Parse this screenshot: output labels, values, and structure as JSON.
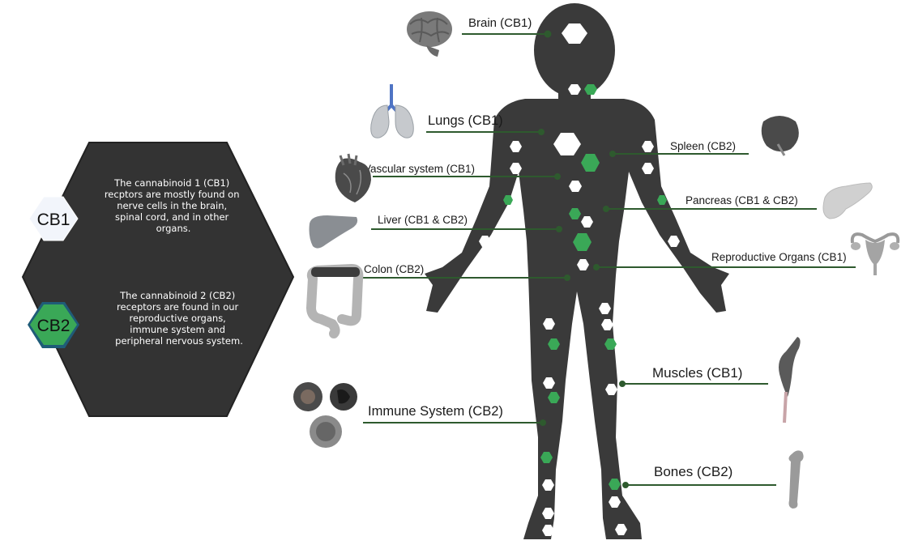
{
  "legend": {
    "cb1_badge": "CB1",
    "cb2_badge": "CB2",
    "cb1_description": [
      "The cannabinoid 1 (CB1)",
      "recptors are mostly found on",
      "nerve cells in the brain,",
      "spinal cord, and in other",
      "organs."
    ],
    "cb2_description": [
      "The cannabinoid 2 (CB2)",
      "receptors are found in our",
      "reproductive organs,",
      "immune system and",
      "peripheral nervous system."
    ]
  },
  "labels": {
    "brain": "Brain (CB1)",
    "lungs": "Lungs (CB1)",
    "vascular": "Vascular system (CB1)",
    "liver": "Liver (CB1 & CB2)",
    "colon": "Colon (CB2)",
    "immune": "Immune System (CB2)",
    "spleen": "Spleen (CB2)",
    "pancreas": "Pancreas (CB1 & CB2)",
    "reproductive": "Reproductive Organs (CB1)",
    "muscles": "Muscles (CB1)",
    "bones": "Bones (CB2)"
  },
  "colors": {
    "background": "#ffffff",
    "body": "#3a3a3a",
    "legend_panel": "#333333",
    "cb1_marker": "#ffffff",
    "cb2_marker": "#3aa857",
    "leader_line": "#2e5a2e",
    "organ_gray": "#9a9a9a"
  },
  "icons": [
    "brain-icon",
    "lungs-icon",
    "heart-icon",
    "liver-icon",
    "colon-icon",
    "immune-cells-icon",
    "spleen-icon",
    "pancreas-icon",
    "uterus-icon",
    "muscle-icon",
    "bone-icon"
  ]
}
